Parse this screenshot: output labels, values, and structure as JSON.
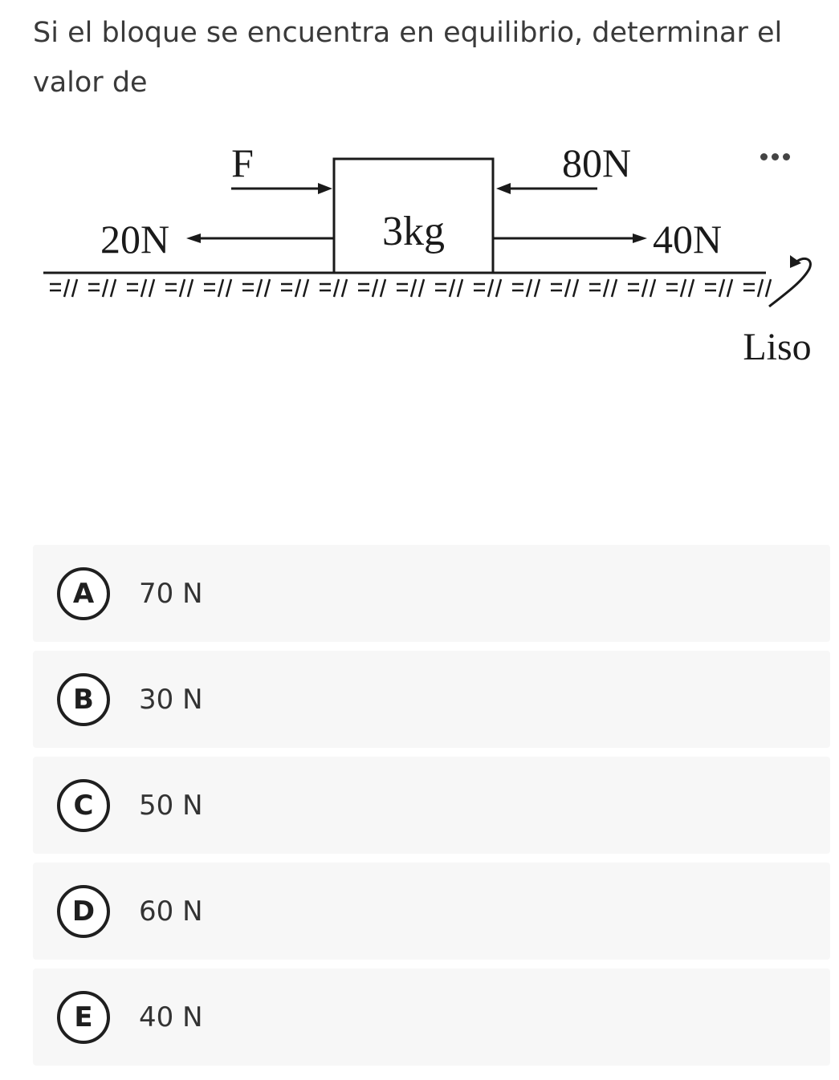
{
  "question": {
    "text": "Si el bloque se encuentra en equilibrio, determinar el valor de"
  },
  "figure": {
    "labels": {
      "force_f": "F",
      "force_80": "80N",
      "force_20": "20N",
      "force_40": "40N",
      "mass": "3kg",
      "surface": "Liso"
    }
  },
  "more_menu": {
    "icon": "more-horizontal-icon"
  },
  "options": [
    {
      "letter": "A",
      "text": "70 N"
    },
    {
      "letter": "B",
      "text": "30 N"
    },
    {
      "letter": "C",
      "text": "50 N"
    },
    {
      "letter": "D",
      "text": "60 N"
    },
    {
      "letter": "E",
      "text": "40 N"
    }
  ]
}
